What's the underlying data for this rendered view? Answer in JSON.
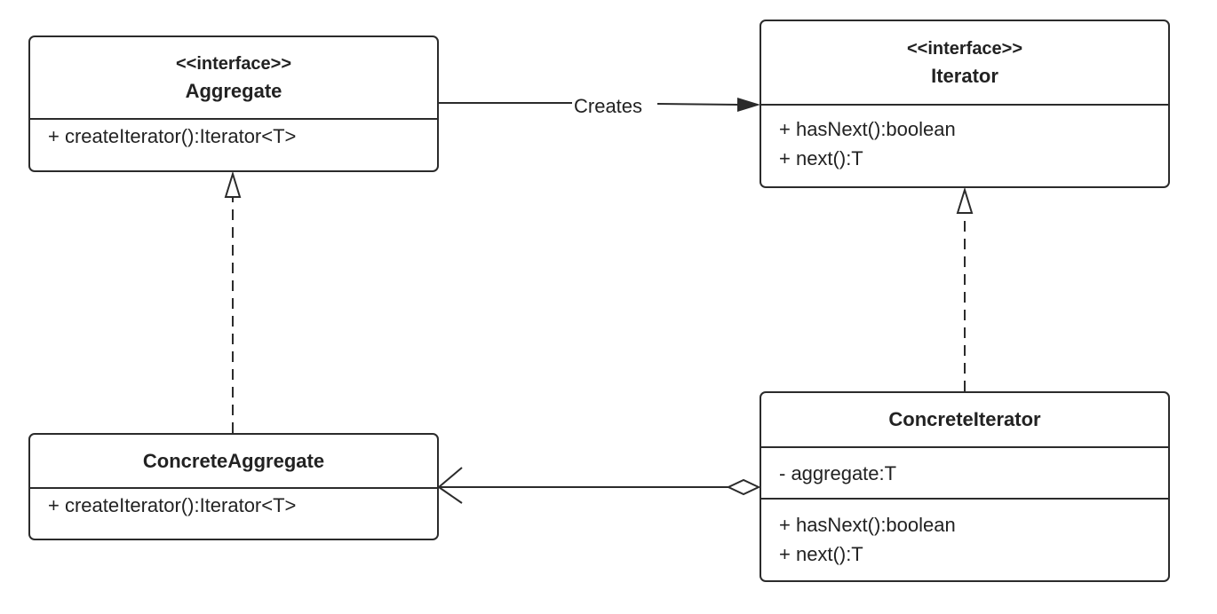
{
  "classes": {
    "aggregate": {
      "stereotype": "<<interface>>",
      "name": "Aggregate",
      "methods": [
        "+ createIterator():Iterator<T>"
      ]
    },
    "iterator": {
      "stereotype": "<<interface>>",
      "name": "Iterator",
      "methods": [
        "+ hasNext():boolean",
        "+ next():T"
      ]
    },
    "concrete_aggregate": {
      "name": "ConcreteAggregate",
      "methods": [
        "+ createIterator():Iterator<T>"
      ]
    },
    "concrete_iterator": {
      "name": "ConcreteIterator",
      "attributes": [
        "- aggregate:T"
      ],
      "methods": [
        "+ hasNext():boolean",
        "+ next():T"
      ]
    }
  },
  "relations": {
    "creates_label": "Creates"
  },
  "colors": {
    "stroke": "#2b2b2b",
    "background": "#ffffff"
  }
}
